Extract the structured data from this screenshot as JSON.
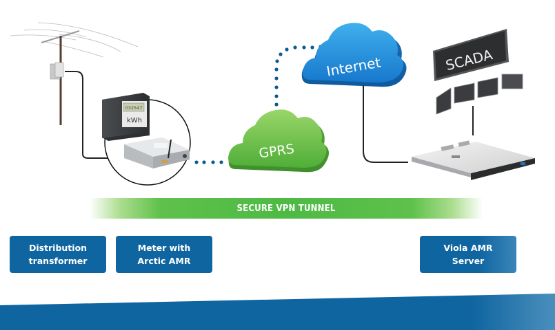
{
  "diagram": {
    "nodes": {
      "meter_display": {
        "reading": "032547",
        "unit": "kWh"
      },
      "gprs_cloud": {
        "label": "GPRS"
      },
      "internet_cloud": {
        "label": "Internet"
      },
      "scada": {
        "label": "SCADA"
      }
    },
    "tunnel": {
      "label": "SECURE VPN TUNNEL"
    },
    "labels": [
      {
        "line1": "Distribution",
        "line2": "transformer"
      },
      {
        "line1": "Meter with",
        "line2": "Arctic AMR"
      },
      {
        "line1": "Viola AMR",
        "line2": "Server"
      }
    ],
    "colors": {
      "label_blue": "#0f65a0",
      "tunnel_green": "#4dba44",
      "gprs_green": "#6cc04a",
      "internet_blue": "#1e8fdc",
      "dot_blue": "#0f5a8c",
      "banner_blue": "#0f65a0"
    }
  }
}
